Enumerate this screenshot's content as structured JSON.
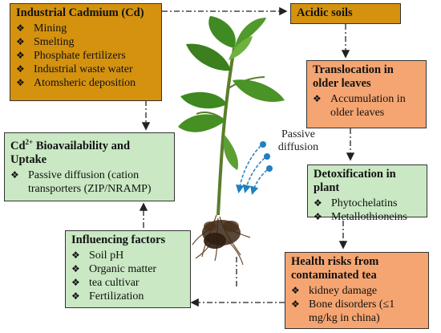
{
  "boxes": {
    "cadmium": {
      "title": "Industrial Cadmium (Cd)",
      "items": [
        "Mining",
        "Smelting",
        "Phosphate fertilizers",
        "Industrial waste water",
        "Atomsheric deposition"
      ]
    },
    "acidic": {
      "title": "Acidic soils"
    },
    "translocation": {
      "title": "Translocation in older leaves",
      "items": [
        "Accumulation in older leaves"
      ]
    },
    "bioavailability": {
      "title_sup": "2+",
      "title_cd": "Cd",
      "title_rest": " Bioavailability and Uptake",
      "items": [
        "Passive diffusion (cation transporters (ZIP/NRAMP)"
      ]
    },
    "detox": {
      "title": "Detoxification in plant",
      "items": [
        "Phytochelatins",
        "Metallothioneins"
      ]
    },
    "factors": {
      "title": "Influencing factors",
      "items": [
        "Soil pH",
        "Organic matter",
        "tea cultivar",
        "Fertilization"
      ]
    },
    "health": {
      "title": "Health risks from contaminated tea",
      "items": [
        "kidney damage",
        "Bone disorders (≤1 mg/kg in china)"
      ]
    }
  },
  "bullet_symbol": "❖",
  "passive_label": "Passive diffusion",
  "colors": {
    "gold": "#d4920f",
    "orange": "#f5a571",
    "green": "#c9e8c3",
    "diffusion_blue": "#1f7fbf"
  },
  "icons": [
    "plant-illustration",
    "diffusion-arrows-icon"
  ]
}
